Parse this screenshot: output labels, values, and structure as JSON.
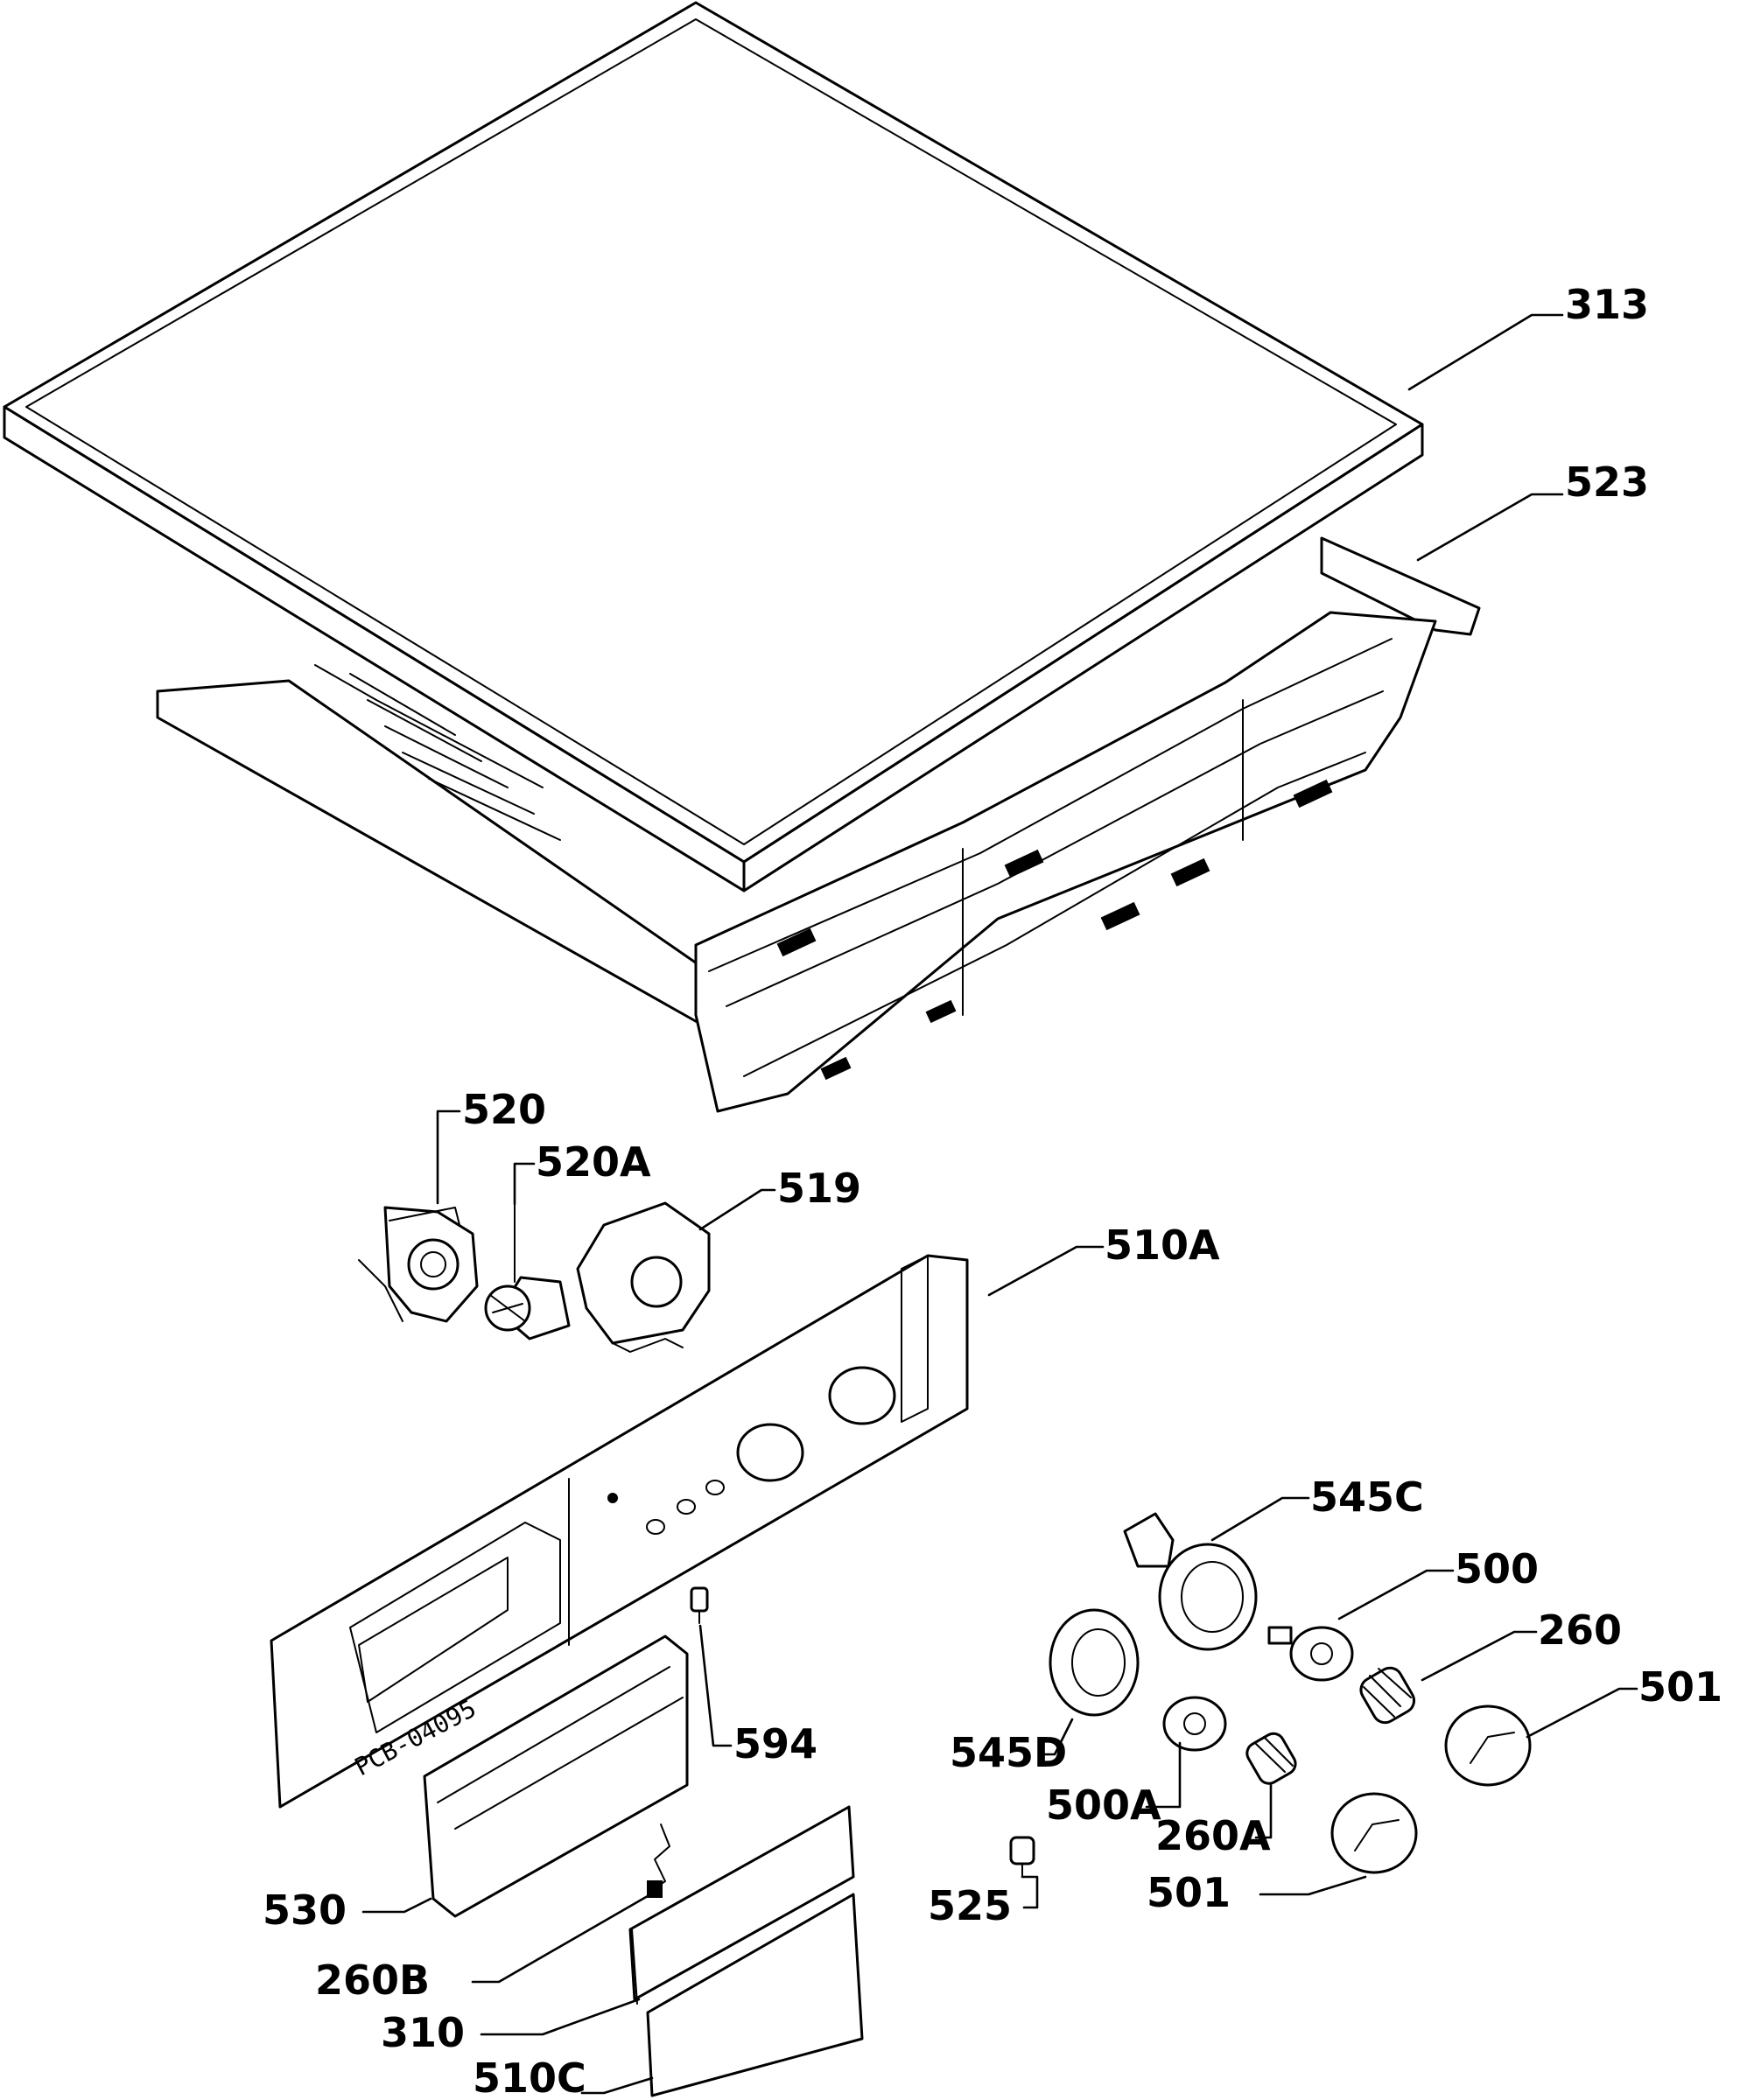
{
  "callouts": {
    "c313": "313",
    "c523": "523",
    "c520": "520",
    "c520a": "520A",
    "c519": "519",
    "c510a": "510A",
    "c545c": "545C",
    "c500": "500",
    "c260": "260",
    "c501a": "501",
    "c545d": "545D",
    "c500a": "500A",
    "c260a": "260A",
    "c501b": "501",
    "c594": "594",
    "c525": "525",
    "c530": "530",
    "c260b": "260B",
    "c310": "310",
    "c510c": "510C"
  },
  "panel_stamp": "PCB-04095"
}
